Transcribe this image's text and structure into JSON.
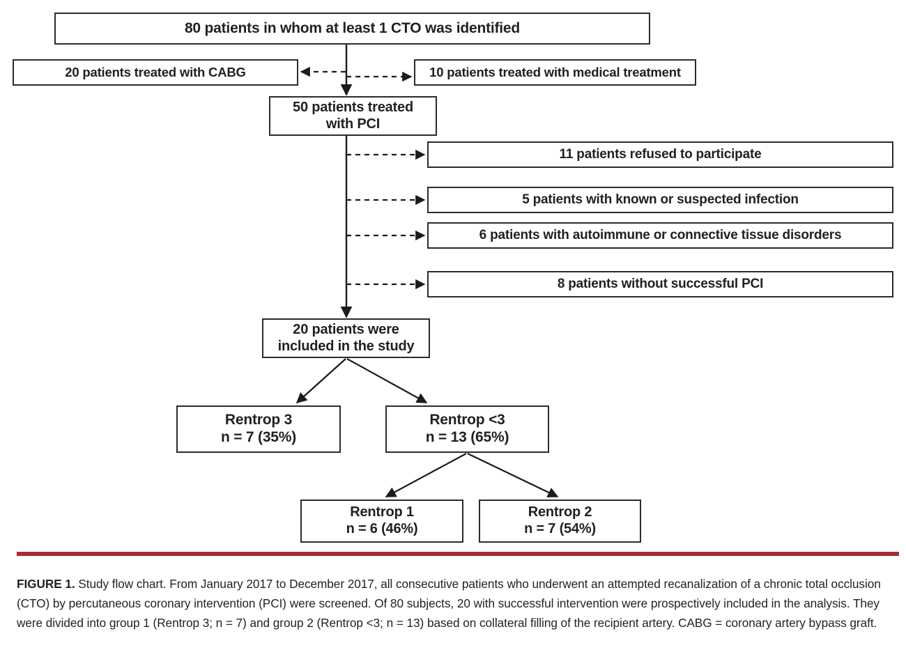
{
  "figure": {
    "label": "FIGURE 1.",
    "caption": " Study flow chart. From January 2017 to December 2017, all consecutive patients who underwent an attempted recanalization of a chronic total occlusion (CTO) by percutaneous coronary intervention (PCI) were screened. Of 80 subjects, 20 with successful intervention were prospectively included in the analysis. They were divided into group 1 (Rentrop 3; n = 7) and group 2 (Rentrop <3; n = 13) based on collateral filling of the recipient artery. CABG = coronary artery bypass graft.",
    "rule_color": "#a32e33"
  },
  "chart_data": {
    "type": "diagram",
    "title": "Study flow chart",
    "nodes": [
      {
        "id": "screened",
        "text": "80 patients in whom at least 1 CTO was identified",
        "n": 80
      },
      {
        "id": "cabg",
        "text": "20 patients treated with CABG",
        "n": 20
      },
      {
        "id": "medical",
        "text": "10 patients treated with medical treatment",
        "n": 10
      },
      {
        "id": "pci",
        "line1": "50 patients treated",
        "line2": "with PCI",
        "n": 50
      },
      {
        "id": "refused",
        "text": "11 patients refused to participate",
        "n": 11
      },
      {
        "id": "infection",
        "text": "5 patients with known or suspected infection",
        "n": 5
      },
      {
        "id": "autoimmune",
        "text": "6 patients with autoimmune or connective tissue disorders",
        "n": 6
      },
      {
        "id": "unsuccess",
        "text": "8 patients without successful PCI",
        "n": 8
      },
      {
        "id": "included",
        "line1": "20 patients were",
        "line2": "included in the study",
        "n": 20
      },
      {
        "id": "rentrop3",
        "line1": "Rentrop 3",
        "line2": "n = 7 (35%)",
        "n": 7,
        "pct": 35
      },
      {
        "id": "rentroplt3",
        "line1": "Rentrop <3",
        "line2": "n = 13 (65%)",
        "n": 13,
        "pct": 65
      },
      {
        "id": "rentrop1",
        "line1": "Rentrop 1",
        "line2": "n = 6 (46%)",
        "n": 6,
        "pct": 46
      },
      {
        "id": "rentrop2",
        "line1": "Rentrop 2",
        "line2": "n = 7 (54%)",
        "n": 7,
        "pct": 54
      }
    ],
    "edges": [
      {
        "from": "screened",
        "to": "pci",
        "style": "solid"
      },
      {
        "from": "screened",
        "to": "cabg",
        "style": "dashed"
      },
      {
        "from": "screened",
        "to": "medical",
        "style": "dashed"
      },
      {
        "from": "pci",
        "to": "refused",
        "style": "dashed"
      },
      {
        "from": "pci",
        "to": "infection",
        "style": "dashed"
      },
      {
        "from": "pci",
        "to": "autoimmune",
        "style": "dashed"
      },
      {
        "from": "pci",
        "to": "unsuccess",
        "style": "dashed"
      },
      {
        "from": "pci",
        "to": "included",
        "style": "solid"
      },
      {
        "from": "included",
        "to": "rentrop3",
        "style": "solid"
      },
      {
        "from": "included",
        "to": "rentroplt3",
        "style": "solid"
      },
      {
        "from": "rentroplt3",
        "to": "rentrop1",
        "style": "solid"
      },
      {
        "from": "rentroplt3",
        "to": "rentrop2",
        "style": "solid"
      }
    ],
    "colors": {
      "box_border": "#2b2b2b",
      "text": "#231f20",
      "rule": "#a32e33",
      "background": "#ffffff"
    }
  }
}
